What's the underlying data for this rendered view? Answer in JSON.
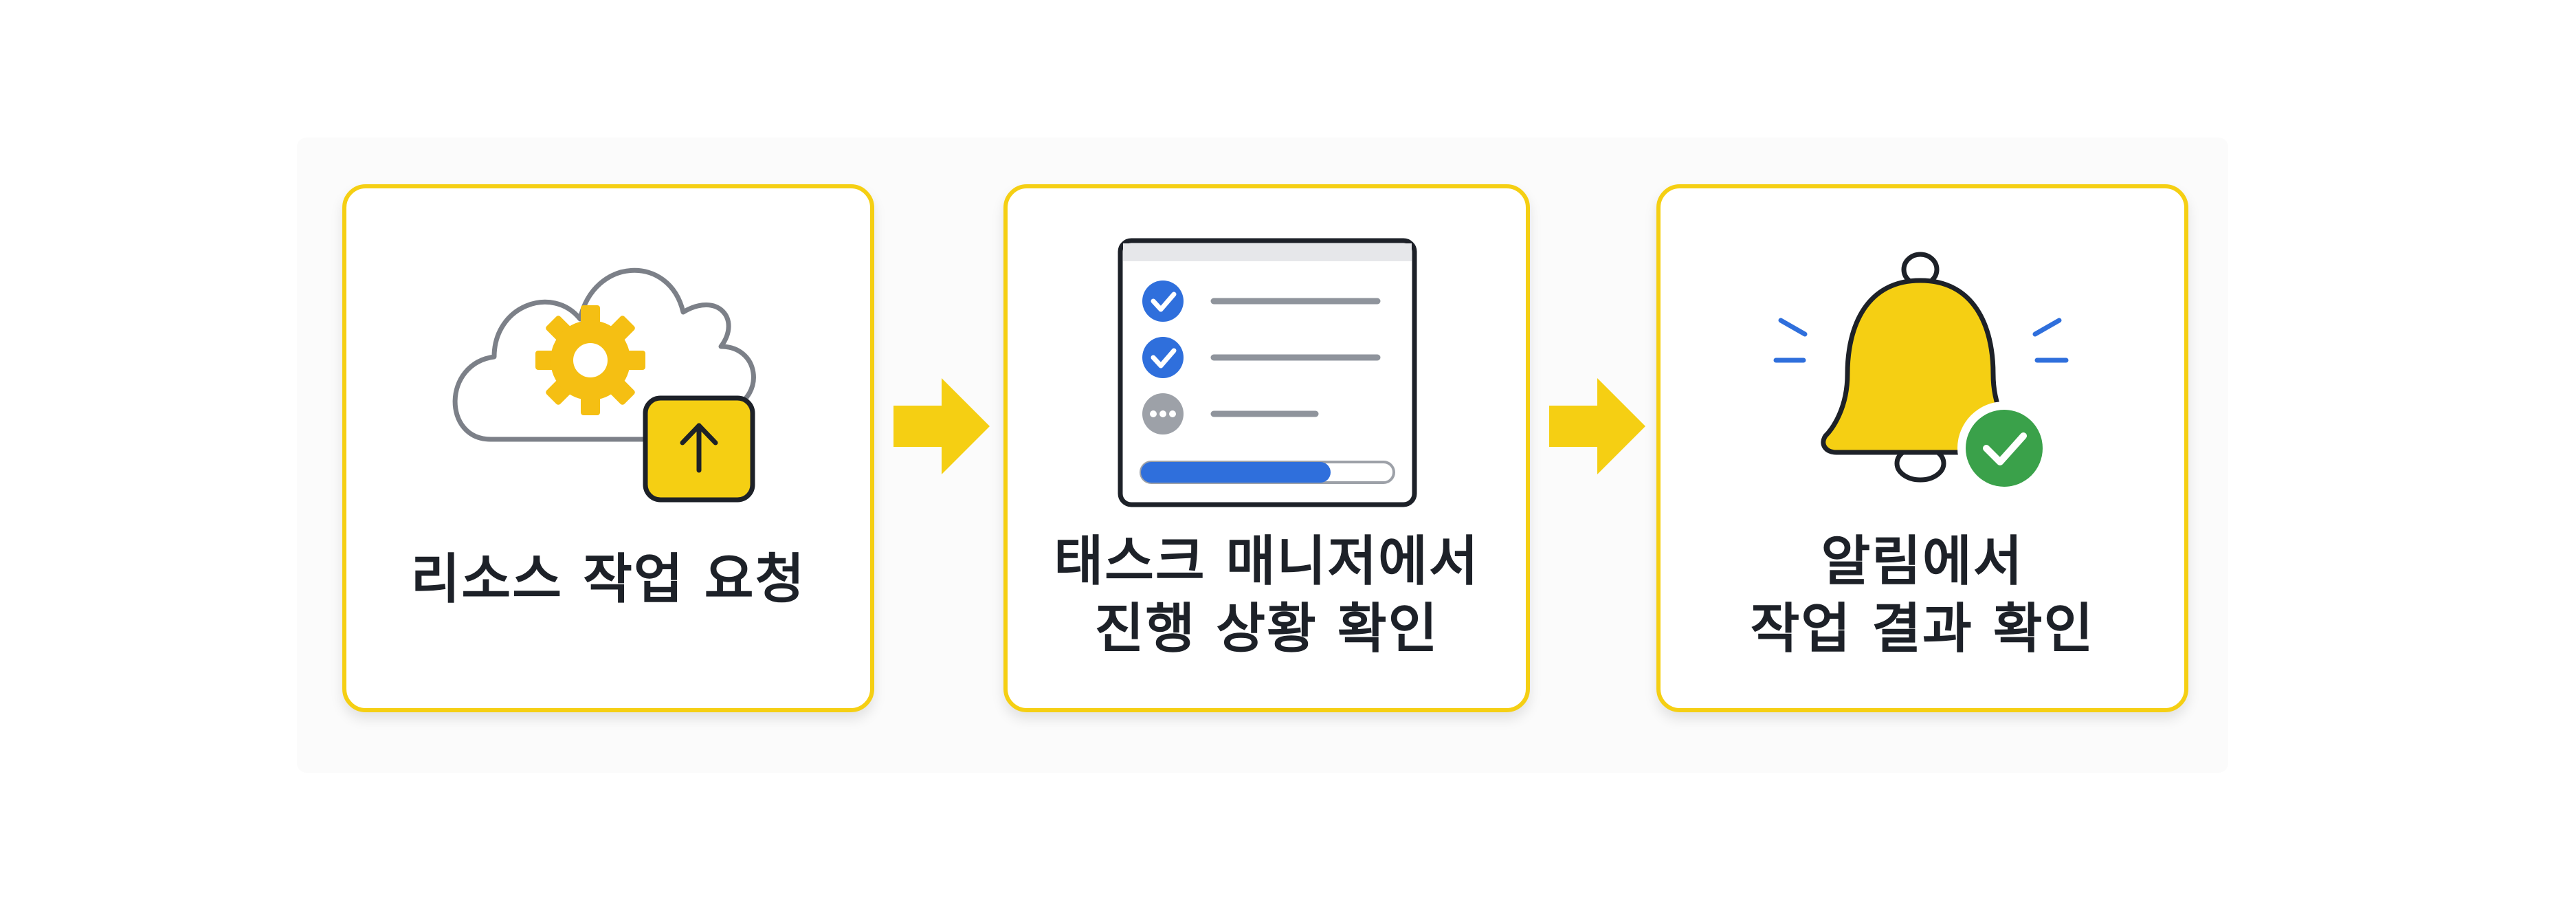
{
  "steps": [
    {
      "icon": "cloud-gear-upload-icon",
      "label_lines": [
        "리소스 작업 요청"
      ]
    },
    {
      "icon": "task-manager-checklist-icon",
      "label_lines": [
        "태스크 매니저에서",
        "진행 상황 확인"
      ],
      "progress": 0.75
    },
    {
      "icon": "bell-check-icon",
      "label_lines": [
        "알림에서",
        "작업 결과 확인"
      ]
    }
  ],
  "colors": {
    "accent_yellow": "#f5cf13",
    "check_blue": "#2f6fdc",
    "success_green": "#3aa14a",
    "text_dark": "#1d2128",
    "outline_gray": "#7c8088"
  }
}
